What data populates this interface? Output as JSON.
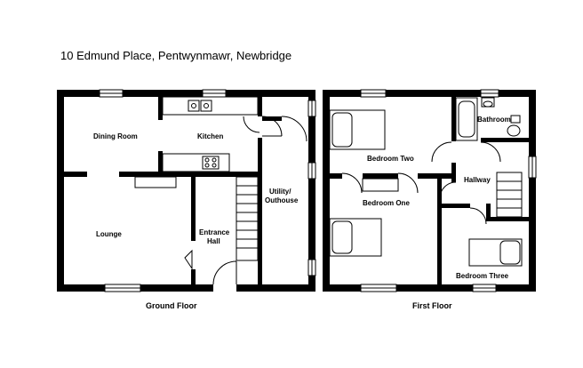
{
  "title": "10 Edmund Place, Pentwynmawr, Newbridge",
  "floors": {
    "ground": {
      "caption": "Ground Floor",
      "rooms": {
        "dining": "Dining Room",
        "kitchen": "Kitchen",
        "lounge": "Lounge",
        "entrance_1": "Entrance",
        "entrance_2": "Hall",
        "utility_1": "Utility/",
        "utility_2": "Outhouse"
      }
    },
    "first": {
      "caption": "First Floor",
      "rooms": {
        "bathroom": "Bathroom",
        "bedroom_two": "Bedroom Two",
        "hallway": "Hallway",
        "bedroom_one": "Bedroom One",
        "bedroom_three": "Bedroom Three"
      }
    }
  }
}
